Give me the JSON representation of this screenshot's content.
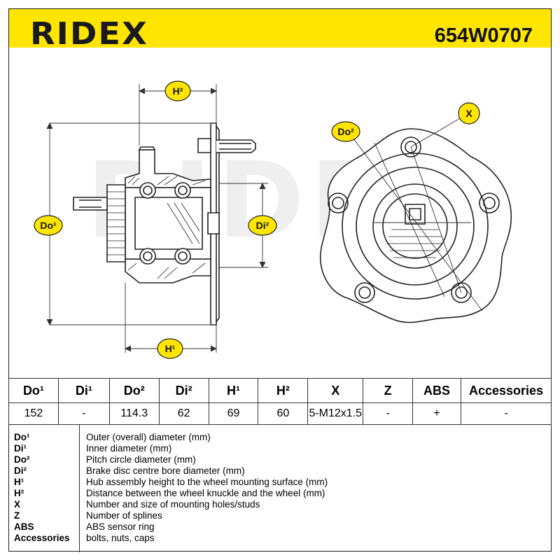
{
  "header": {
    "brand": "RIDEX",
    "part_number": "654W0707"
  },
  "drawing": {
    "labels": {
      "h2": "H²",
      "h1": "H¹",
      "do1": "Do¹",
      "di2": "Di²",
      "do2": "Do²",
      "x": "X"
    },
    "watermark": "RIDEX"
  },
  "specs": {
    "headers": [
      "Do¹",
      "Di¹",
      "Do²",
      "Di²",
      "H¹",
      "H²",
      "X",
      "Z",
      "ABS",
      "Accessories"
    ],
    "values": [
      "152",
      "-",
      "114.3",
      "62",
      "69",
      "60",
      "5-M12x1.5",
      "-",
      "+",
      "-"
    ]
  },
  "legend": [
    {
      "key": "Do¹",
      "text": "Outer (overall) diameter (mm)"
    },
    {
      "key": "Di¹",
      "text": "Inner diameter (mm)"
    },
    {
      "key": "Do²",
      "text": "Pitch circle diameter (mm)"
    },
    {
      "key": "Di²",
      "text": "Brake disc centre bore diameter (mm)"
    },
    {
      "key": "H¹",
      "text": "Hub assembly height to the wheel mounting surface (mm)"
    },
    {
      "key": "H²",
      "text": "Distance between the wheel knuckle and the wheel (mm)"
    },
    {
      "key": "X",
      "text": "Number and size of mounting holes/studs"
    },
    {
      "key": "Z",
      "text": "Number of splines"
    },
    {
      "key": "ABS",
      "text": "ABS sensor ring"
    },
    {
      "key": "Accessories",
      "text": "bolts, nuts, caps"
    }
  ],
  "colors": {
    "header_bg": "#ffe500",
    "label_pill": "#ffe500",
    "line": "#222222"
  }
}
